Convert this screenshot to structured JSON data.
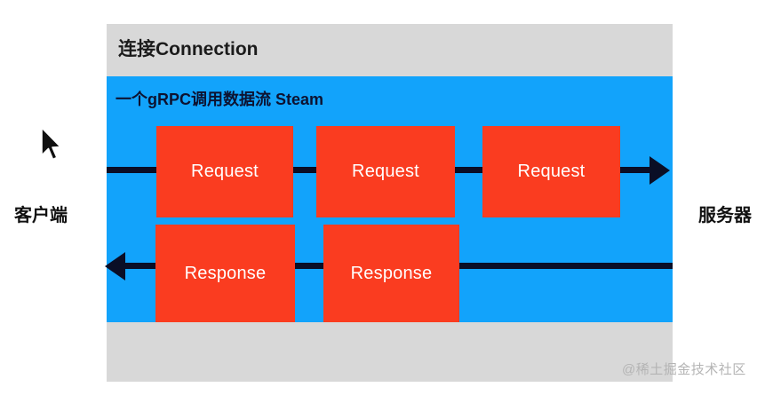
{
  "diagram": {
    "connection": {
      "title": "连接Connection",
      "bg_color": "#d8d8d8"
    },
    "stream": {
      "title": "一个gRPC调用数据流 Steam",
      "bg_color": "#12a3fb"
    },
    "endpoints": {
      "client_label": "客户端",
      "server_label": "服务器"
    },
    "message_color": "#fa3c20",
    "line_color": "#0a0e26",
    "requests": [
      {
        "label": "Request"
      },
      {
        "label": "Request"
      },
      {
        "label": "Request"
      }
    ],
    "responses": [
      {
        "label": "Response"
      },
      {
        "label": "Response"
      }
    ],
    "icons": {
      "request_arrow": "arrow-right-icon",
      "response_arrow": "arrow-left-icon",
      "cursor": "mouse-pointer-icon"
    }
  },
  "watermark": {
    "text": "@稀土掘金技术社区"
  }
}
